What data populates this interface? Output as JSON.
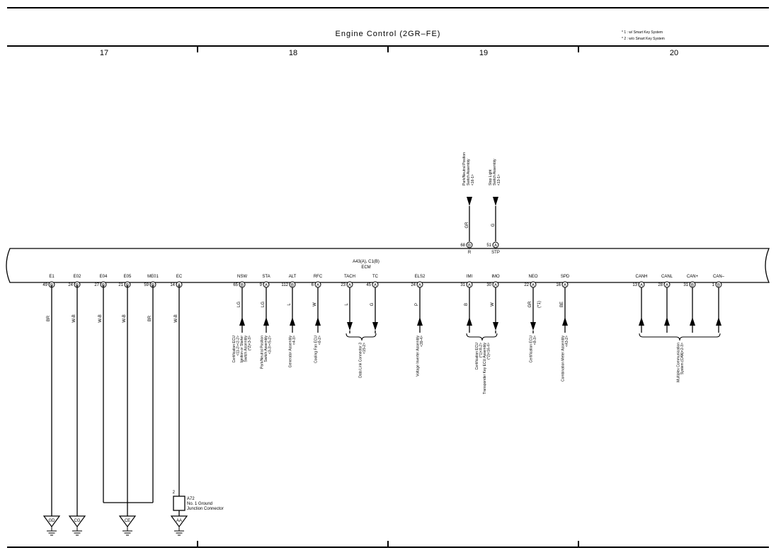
{
  "header": {
    "title": "Engine Control (2GR–FE)",
    "legend": [
      "* 1 : w/ Smart Key System",
      "* 2 : w/o Smart Key System"
    ]
  },
  "columns": [
    "17",
    "18",
    "19",
    "20"
  ],
  "ecm": {
    "name_line1": "A43(A), C1(B)",
    "name_line2": "ECM"
  },
  "top_signals": [
    {
      "id": "nsw_top",
      "pin_no": "68",
      "conn": "B",
      "name": "R",
      "wire": "GR",
      "dest": [
        "Park/Neutral Position",
        "Switch Assembly",
        "<16-1>"
      ]
    },
    {
      "id": "stp",
      "pin_no": "51",
      "conn": "A",
      "name": "STP",
      "wire": "G",
      "dest": [
        "Stop Light",
        "Switch Assembly",
        "<13-1>"
      ]
    }
  ],
  "bottom_pins": [
    {
      "id": "e1",
      "name": "E1",
      "pin_no": "49",
      "conn": "B",
      "wire": "BR",
      "dir": "down"
    },
    {
      "id": "e02",
      "name": "E02",
      "pin_no": "24",
      "conn": "B",
      "wire": "W-B",
      "dir": "down"
    },
    {
      "id": "e04",
      "name": "E04",
      "pin_no": "27",
      "conn": "B",
      "wire": "W-B",
      "dir": "down"
    },
    {
      "id": "e05",
      "name": "E05",
      "pin_no": "21",
      "conn": "B",
      "wire": "W-B",
      "dir": "down"
    },
    {
      "id": "me01",
      "name": "ME01",
      "pin_no": "59",
      "conn": "B",
      "wire": "BR",
      "dir": "down"
    },
    {
      "id": "ec",
      "name": "EC",
      "pin_no": "14",
      "conn": "A",
      "wire": "W-B",
      "dir": "down"
    },
    {
      "id": "nsw",
      "name": "NSW",
      "pin_no": "65",
      "conn": "B",
      "wire": "LG",
      "dir": "up"
    },
    {
      "id": "sta",
      "name": "STA",
      "pin_no": "9",
      "conn": "A",
      "wire": "LG",
      "dir": "up"
    },
    {
      "id": "alt",
      "name": "ALT",
      "pin_no": "112",
      "conn": "B",
      "wire": "L",
      "dir": "up"
    },
    {
      "id": "rfc",
      "name": "RFC",
      "pin_no": "6",
      "conn": "A",
      "wire": "W",
      "dir": "up"
    },
    {
      "id": "tach",
      "name": "TACH",
      "pin_no": "23",
      "conn": "A",
      "wire": "L",
      "dir": "down"
    },
    {
      "id": "tc",
      "name": "TC",
      "pin_no": "45",
      "conn": "A",
      "wire": "G",
      "dir": "down"
    },
    {
      "id": "els2",
      "name": "ELS2",
      "pin_no": "24",
      "conn": "A",
      "wire": "P",
      "dir": "up"
    },
    {
      "id": "imi",
      "name": "IMI",
      "pin_no": "31",
      "conn": "A",
      "wire": "B",
      "dir": "up"
    },
    {
      "id": "imo",
      "name": "IMO",
      "pin_no": "30",
      "conn": "A",
      "wire": "W",
      "dir": "down"
    },
    {
      "id": "neo",
      "name": "NEO",
      "pin_no": "22",
      "conn": "A",
      "wire": "GR",
      "wire_note": "(*1)",
      "dir": "down"
    },
    {
      "id": "spd",
      "name": "SPD",
      "pin_no": "16",
      "conn": "A",
      "wire": "BE",
      "dir": "up"
    },
    {
      "id": "canh",
      "name": "CANH",
      "pin_no": "13",
      "conn": "A",
      "wire": "",
      "dir": "up"
    },
    {
      "id": "canl",
      "name": "CANL",
      "pin_no": "28",
      "conn": "A",
      "wire": "",
      "dir": "up"
    },
    {
      "id": "canp",
      "name": "CAN+",
      "pin_no": "31",
      "conn": "B",
      "wire": "",
      "dir": "up"
    },
    {
      "id": "canm",
      "name": "CAN–",
      "pin_no": "1",
      "conn": "B",
      "wire": "",
      "dir": "up"
    }
  ],
  "destinations": {
    "nsw": [
      "Certification ECU",
      "<11-2><2-2>",
      "Ignition or Starter",
      "Switch Assembly",
      "(*2)<3-3>"
    ],
    "sta": [
      "Park/Neutral Position",
      "Switch Assembly",
      "<3-3><5-2>"
    ],
    "alt": [
      "Generator Assembly",
      "<4-3>"
    ],
    "rfc": [
      "Cooling Fan ECU",
      "<6-2>"
    ],
    "dlc": [
      "Data Link Connector 3",
      "<15-2>"
    ],
    "els2": [
      "Voltage Inverter Assembly",
      "<39-4>"
    ],
    "imm": [
      "Certification ECU",
      "(*1)<8-2>",
      "Transponder Key ECU Assembly",
      "(*2)<16-4>"
    ],
    "neo": [
      "Certification ECU",
      "<8-3>"
    ],
    "spd": [
      "Combination Meter Assembly",
      "<43-2>"
    ],
    "can": [
      "Multiplex Communication",
      "System (CAN)<2-3>"
    ]
  },
  "grounds": [
    {
      "id": "gd",
      "label": "GD"
    },
    {
      "id": "cg",
      "label": "CG"
    },
    {
      "id": "ce",
      "label": "CE"
    },
    {
      "id": "aa",
      "label": "AA"
    }
  ],
  "junction": {
    "pin": "2",
    "code": "A72",
    "line1": "No. 1 Ground",
    "line2": "Junction Connector"
  }
}
